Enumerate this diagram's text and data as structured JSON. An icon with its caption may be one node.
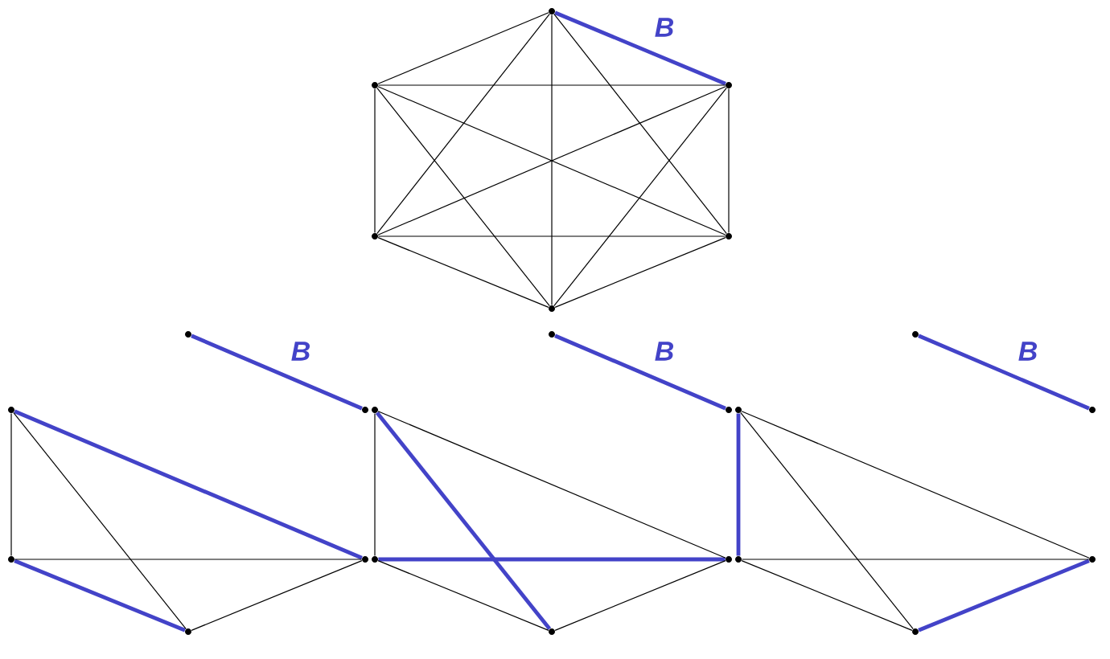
{
  "diagram": {
    "nodes": [
      {
        "text": [],
        "shape": "circle"
      },
      {
        "text": [],
        "shape": "circle"
      },
      {
        "text": [],
        "shape": "circle"
      },
      {
        "text": [],
        "shape": "circle"
      },
      {
        "text": [],
        "shape": "circle"
      },
      {
        "text": [],
        "shape": "circle"
      },
      {
        "text": [],
        "shape": "circle"
      },
      {
        "text": [],
        "shape": "circle"
      },
      {
        "text": [],
        "shape": "circle"
      },
      {
        "text": [],
        "shape": "circle"
      },
      {
        "text": [],
        "shape": "circle"
      },
      {
        "text": [],
        "shape": "circle"
      },
      {
        "text": [],
        "shape": "circle"
      },
      {
        "text": [],
        "shape": "circle"
      },
      {
        "text": [],
        "shape": "circle"
      },
      {
        "text": [],
        "shape": "circle"
      },
      {
        "text": [],
        "shape": "circle"
      },
      {
        "text": [],
        "shape": "circle"
      },
      {
        "text": [],
        "shape": "circle"
      },
      {
        "text": [],
        "shape": "circle"
      },
      {
        "text": [],
        "shape": "circle"
      },
      {
        "text": [],
        "shape": "circle"
      },
      {
        "text": [],
        "shape": "circle"
      },
      {
        "text": [],
        "shape": "circle"
      }
    ],
    "edges": [
      {
        "from": 0,
        "to": 2,
        "arrow": "none",
        "label": "B",
        "style": "thick",
        "color": "#4343c8"
      },
      {
        "from": 0,
        "to": 1,
        "arrow": "none"
      },
      {
        "from": 0,
        "to": 3,
        "arrow": "none"
      },
      {
        "from": 0,
        "to": 4,
        "arrow": "none"
      },
      {
        "from": 0,
        "to": 5,
        "arrow": "none"
      },
      {
        "from": 1,
        "to": 2,
        "arrow": "none"
      },
      {
        "from": 1,
        "to": 3,
        "arrow": "none"
      },
      {
        "from": 1,
        "to": 4,
        "arrow": "none"
      },
      {
        "from": 1,
        "to": 5,
        "arrow": "none"
      },
      {
        "from": 2,
        "to": 3,
        "arrow": "none"
      },
      {
        "from": 2,
        "to": 4,
        "arrow": "none"
      },
      {
        "from": 2,
        "to": 5,
        "arrow": "none"
      },
      {
        "from": 3,
        "to": 4,
        "arrow": "none"
      },
      {
        "from": 3,
        "to": 5,
        "arrow": "none"
      },
      {
        "from": 4,
        "to": 5,
        "arrow": "none"
      },
      {
        "from": 6,
        "to": 7,
        "arrow": "none",
        "label": "B",
        "style": "thick",
        "color": "#4343c8"
      },
      {
        "from": 8,
        "to": 11,
        "arrow": "none",
        "style": "thick",
        "color": "#4343c8"
      },
      {
        "from": 9,
        "to": 10,
        "arrow": "none",
        "style": "thick",
        "color": "#4343c8"
      },
      {
        "from": 8,
        "to": 9,
        "arrow": "none"
      },
      {
        "from": 8,
        "to": 10,
        "arrow": "none"
      },
      {
        "from": 9,
        "to": 11,
        "arrow": "none"
      },
      {
        "from": 10,
        "to": 11,
        "arrow": "none"
      },
      {
        "from": 12,
        "to": 13,
        "arrow": "none",
        "label": "B",
        "style": "thick",
        "color": "#4343c8"
      },
      {
        "from": 14,
        "to": 16,
        "arrow": "none",
        "style": "thick",
        "color": "#4343c8"
      },
      {
        "from": 15,
        "to": 17,
        "arrow": "none",
        "style": "thick",
        "color": "#4343c8"
      },
      {
        "from": 14,
        "to": 15,
        "arrow": "none"
      },
      {
        "from": 14,
        "to": 17,
        "arrow": "none"
      },
      {
        "from": 15,
        "to": 16,
        "arrow": "none"
      },
      {
        "from": 16,
        "to": 17,
        "arrow": "none"
      },
      {
        "from": 18,
        "to": 19,
        "arrow": "none",
        "label": "B",
        "style": "thick",
        "color": "#4343c8"
      },
      {
        "from": 20,
        "to": 21,
        "arrow": "none",
        "style": "thick",
        "color": "#4343c8"
      },
      {
        "from": 22,
        "to": 23,
        "arrow": "none",
        "style": "thick",
        "color": "#4343c8"
      },
      {
        "from": 20,
        "to": 22,
        "arrow": "none"
      },
      {
        "from": 20,
        "to": 23,
        "arrow": "none"
      },
      {
        "from": 21,
        "to": 22,
        "arrow": "none"
      },
      {
        "from": 21,
        "to": 23,
        "arrow": "none"
      }
    ]
  }
}
